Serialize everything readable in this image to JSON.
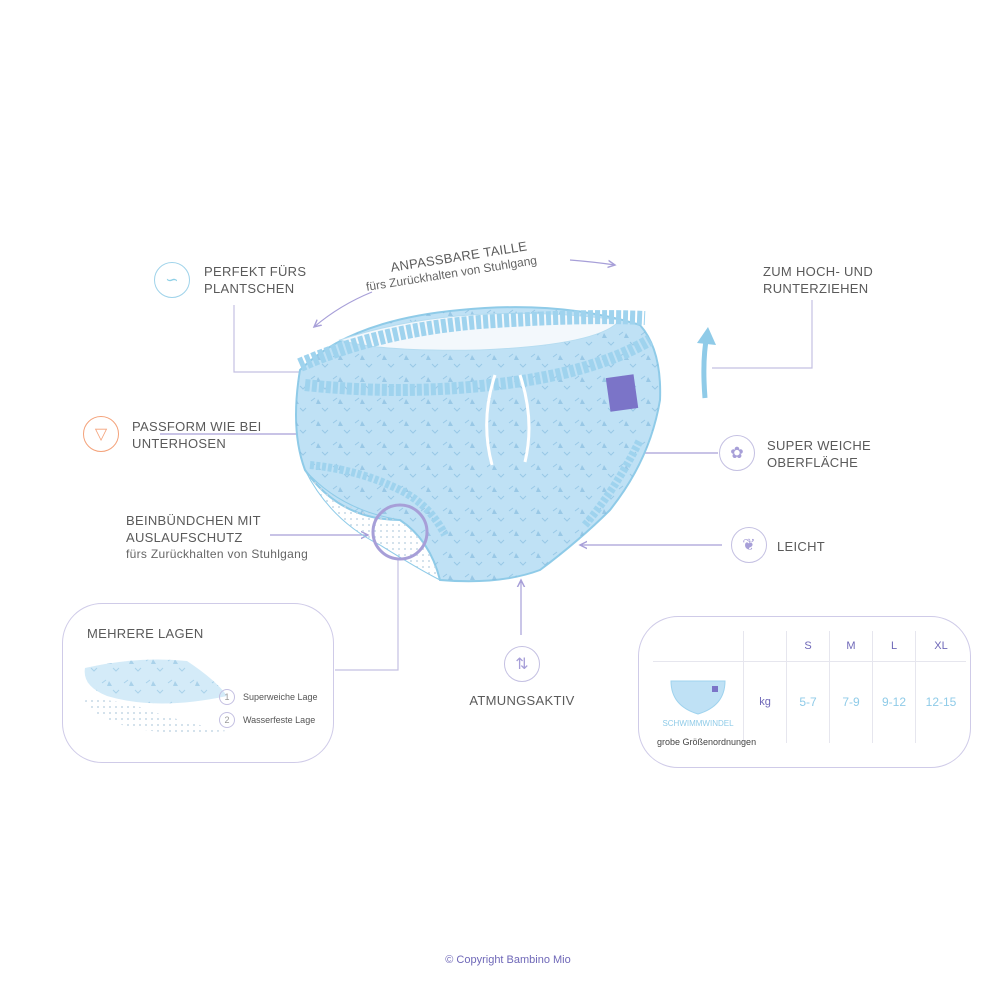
{
  "features": {
    "plantschen": {
      "line1": "PERFEKT FÜRS",
      "line2": "PLANTSCHEN",
      "icon": "water-drop-icon"
    },
    "taille": {
      "title": "ANPASSBARE TAILLE",
      "subtitle": "fürs Zurückhalten von Stuhlgang"
    },
    "hochziehen": {
      "line1": "ZUM HOCH- UND",
      "line2": "RUNTERZIEHEN"
    },
    "passform": {
      "line1": "PASSFORM WIE BEI",
      "line2": "UNTERHOSEN",
      "icon": "underwear-icon"
    },
    "oberflaeche": {
      "line1": "SUPER WEICHE",
      "line2": "OBERFLÄCHE",
      "icon": "soft-surface-icon"
    },
    "beinbuendchen": {
      "line1": "BEINBÜNDCHEN MIT",
      "line2": "AUSLAUFSCHUTZ",
      "subtitle": "fürs Zurückhalten von Stuhlgang"
    },
    "leicht": {
      "label": "LEICHT",
      "icon": "feather-icon"
    },
    "atmungsaktiv": {
      "label": "ATMUNGSAKTIV",
      "icon": "airflow-icon"
    }
  },
  "layers": {
    "title": "MEHRERE LAGEN",
    "items": [
      {
        "num": "1",
        "label": "Superweiche Lage"
      },
      {
        "num": "2",
        "label": "Wasserfeste Lage"
      }
    ]
  },
  "sizes": {
    "headers": [
      "S",
      "M",
      "L",
      "XL"
    ],
    "unit": "kg",
    "values": [
      "5-7",
      "7-9",
      "9-12",
      "12-15"
    ],
    "product": "SCHWIMMWINDEL",
    "note": "grobe Größenordnungen"
  },
  "copyright": "© Copyright Bambino Mio",
  "colors": {
    "blue": "#a9d8f0",
    "purple": "#8a80d0",
    "orange": "#f4a27a",
    "teal": "#8fd0e6"
  }
}
